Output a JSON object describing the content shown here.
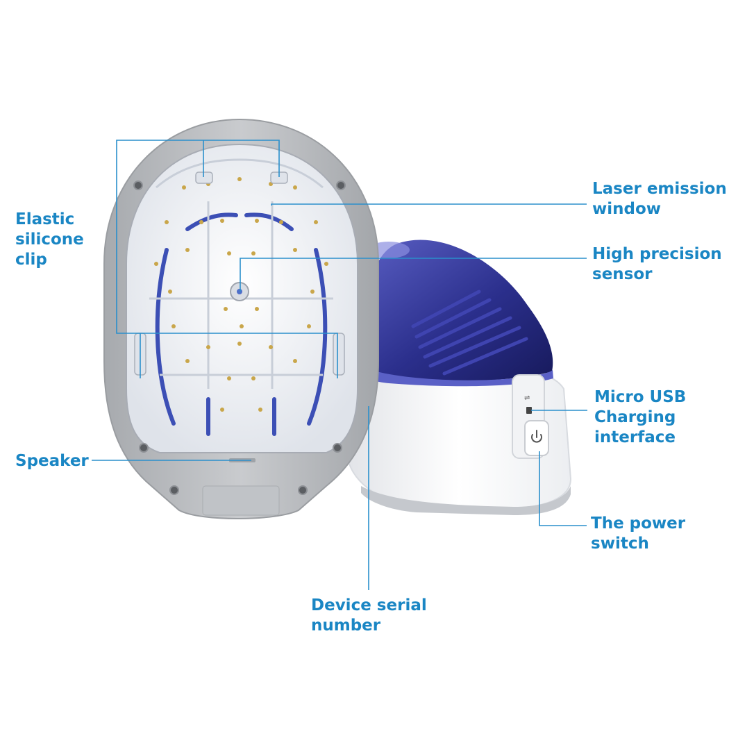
{
  "colors": {
    "label_blue": "#1a86c4",
    "leader_line": "#2a8fcc",
    "shell_grey": "#b9bcc0",
    "dome_navy": "#2b2f8c",
    "base_white": "#f7f8fa"
  },
  "labels": {
    "elastic_clip": [
      "Elastic",
      "silicone",
      "clip"
    ],
    "speaker": [
      "Speaker"
    ],
    "laser_window": [
      "Laser emission",
      "window"
    ],
    "precision_sensor": [
      "High precision",
      "sensor"
    ],
    "usb_interface": [
      "Micro USB",
      "Charging",
      "interface"
    ],
    "power_switch": [
      "The power",
      "switch"
    ],
    "serial_number": [
      "Device serial",
      "number"
    ]
  },
  "icons": {
    "power": "power-icon",
    "usb": "usb-icon"
  }
}
